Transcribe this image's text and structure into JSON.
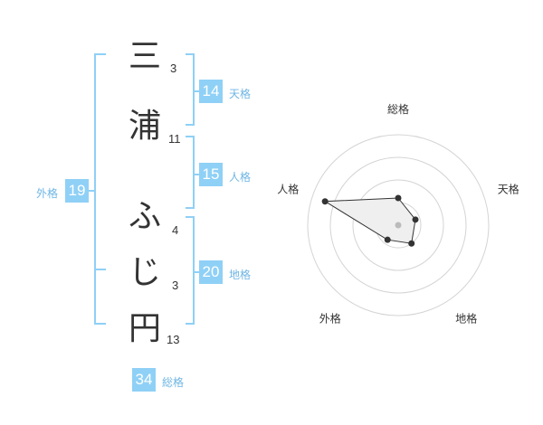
{
  "name": {
    "chars": [
      {
        "char": "三",
        "strokes": "3"
      },
      {
        "char": "浦",
        "strokes": "11"
      },
      {
        "char": "ふ",
        "strokes": "4"
      },
      {
        "char": "じ",
        "strokes": "3"
      },
      {
        "char": "円",
        "strokes": "13"
      }
    ]
  },
  "kaku": {
    "tenkaku": {
      "value": "14",
      "label": "天格"
    },
    "jinkaku": {
      "value": "15",
      "label": "人格"
    },
    "chikaku": {
      "value": "20",
      "label": "地格"
    },
    "gaikaku": {
      "value": "19",
      "label": "外格"
    },
    "soukaku": {
      "value": "34",
      "label": "総格"
    }
  },
  "colors": {
    "accent": "#8fd0f6",
    "accent_text": "#6fb6e4",
    "bracket": "#8fd0f6",
    "ring": "#d4d4d4",
    "polygon_fill": "#efefef"
  },
  "chart_data": {
    "type": "radar",
    "axes": [
      "総格",
      "天格",
      "地格",
      "外格",
      "人格"
    ],
    "values": [
      0.3,
      0.2,
      0.25,
      0.2,
      0.85
    ],
    "max": 1,
    "rings": 4
  }
}
